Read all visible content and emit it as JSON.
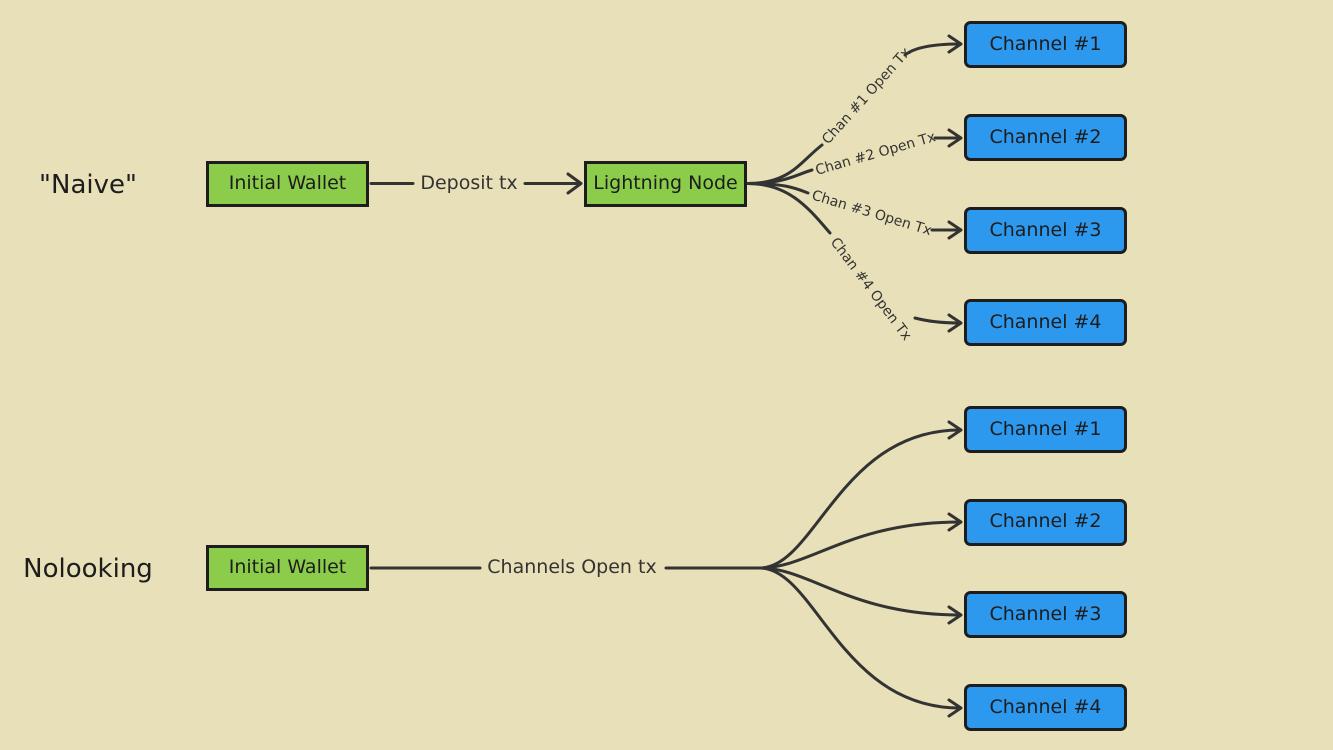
{
  "colors": {
    "background": "#e8e0b8",
    "wallet_fill": "#8bcc4a",
    "channel_fill": "#2c98ee",
    "stroke": "#1d1d1d",
    "edge": "#333333"
  },
  "naive": {
    "section_label": "\"Naive\"",
    "wallet_label": "Initial Wallet",
    "deposit_label": "Deposit tx",
    "node_label": "Lightning Node",
    "channels": [
      {
        "label": "Channel #1",
        "tx_label": "Chan #1 Open Tx"
      },
      {
        "label": "Channel #2",
        "tx_label": "Chan #2 Open Tx"
      },
      {
        "label": "Channel #3",
        "tx_label": "Chan #3 Open Tx"
      },
      {
        "label": "Channel #4",
        "tx_label": "Chan #4 Open Tx"
      }
    ]
  },
  "nolooking": {
    "section_label": "Nolooking",
    "wallet_label": "Initial Wallet",
    "tx_label": "Channels Open tx",
    "channels": [
      {
        "label": "Channel #1"
      },
      {
        "label": "Channel #2"
      },
      {
        "label": "Channel #3"
      },
      {
        "label": "Channel #4"
      }
    ]
  }
}
